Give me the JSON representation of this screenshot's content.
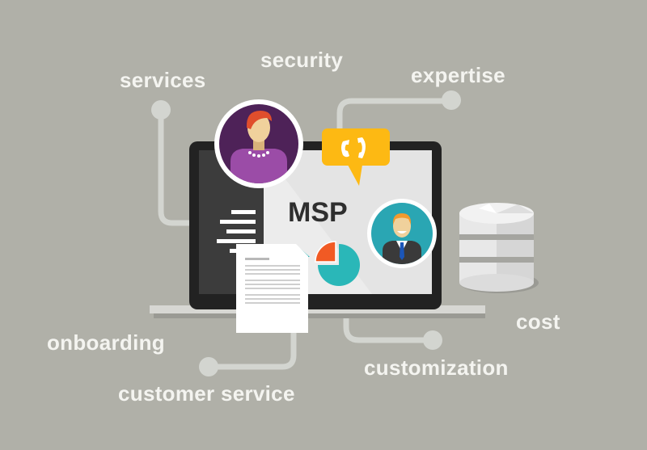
{
  "illustration": {
    "center_label": "MSP",
    "labels": {
      "services": "services",
      "security": "security",
      "expertise": "expertise",
      "cost": "cost",
      "onboarding": "onboarding",
      "customer_service": "customer service",
      "customization": "customization"
    },
    "icons": [
      "laptop-icon",
      "woman-avatar-icon",
      "man-avatar-icon",
      "phone-chat-bubble-icon",
      "pie-chart-icon",
      "document-icon",
      "database-icon",
      "menu-lines-icon"
    ],
    "colors": {
      "background": "#b0b0a8",
      "connector": "#d3d5d0",
      "laptop_bezel": "#222222",
      "screen": "#ececec",
      "sidebar": "#3c3c3c",
      "purple_dark": "#4e2258",
      "purple_light": "#9b4ca7",
      "teal": "#2ab7b8",
      "orange": "#f15a24",
      "yellow": "#fdb913",
      "label_text": "#f4f4f0"
    }
  }
}
